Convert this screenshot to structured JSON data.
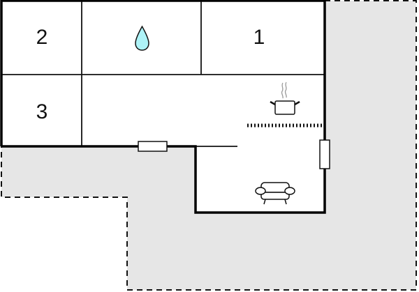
{
  "diagram": {
    "type": "floor-plan",
    "colors": {
      "wall": "#000000",
      "terrace_fill": "#e6e6e6",
      "room_fill": "#ffffff",
      "water_drop": "#aef3f7",
      "steam": "#999999"
    },
    "rooms": [
      {
        "id": "bedroom-2",
        "label": "2"
      },
      {
        "id": "bathroom",
        "label": "",
        "icon": "water-drop-icon"
      },
      {
        "id": "bedroom-1",
        "label": "1"
      },
      {
        "id": "bedroom-3",
        "label": "3"
      },
      {
        "id": "kitchen-living",
        "label": "",
        "icon": "cooking-pot-icon"
      },
      {
        "id": "living-room",
        "label": "",
        "icon": "armchair-icon"
      }
    ],
    "features": [
      {
        "id": "kitchen-counter",
        "icon": "kitchen-counter-dotted-line"
      },
      {
        "id": "window-bottom",
        "icon": "window-icon"
      },
      {
        "id": "window-right",
        "icon": "window-icon"
      },
      {
        "id": "terrace",
        "icon": "dashed-outline-area"
      }
    ]
  }
}
